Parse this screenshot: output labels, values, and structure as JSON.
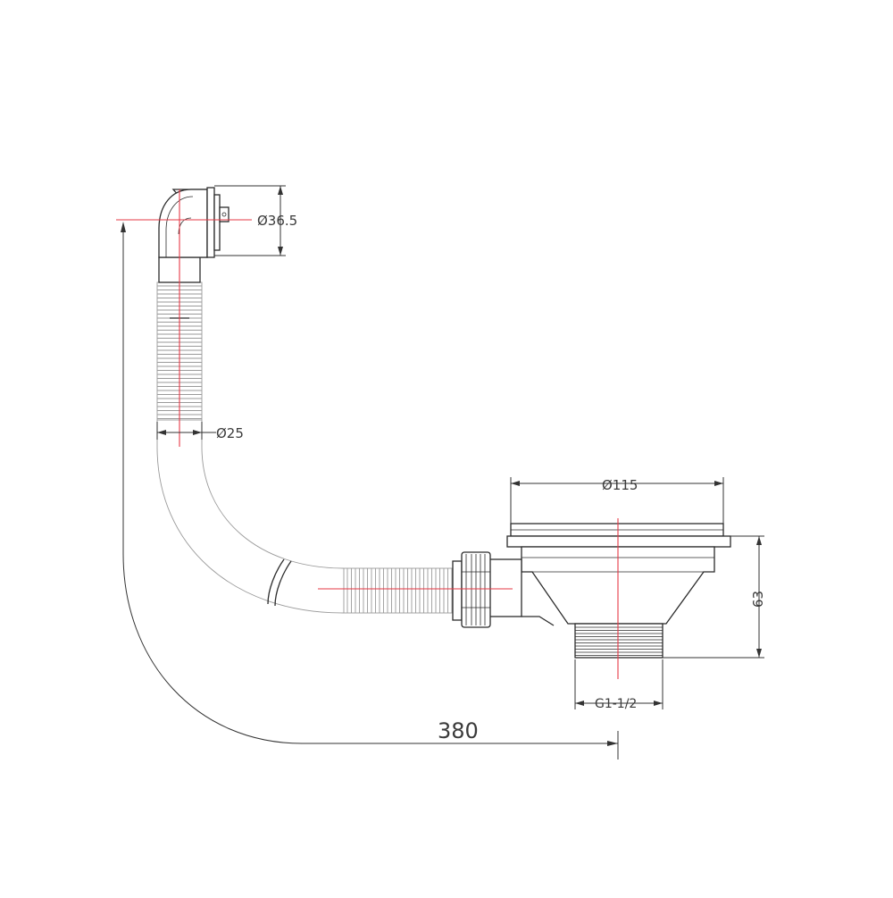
{
  "dimensions": {
    "overflow_diameter": "Ø36.5",
    "hose_diameter": "Ø25",
    "strainer_diameter": "Ø115",
    "strainer_height": "63",
    "thread": "G1-1/2",
    "overall_length": "380"
  },
  "colors": {
    "outline": "#2b2b2b",
    "centerline": "#e63946",
    "hose_light": "#9a9a9a",
    "dimension": "#333333",
    "background": "#ffffff"
  }
}
